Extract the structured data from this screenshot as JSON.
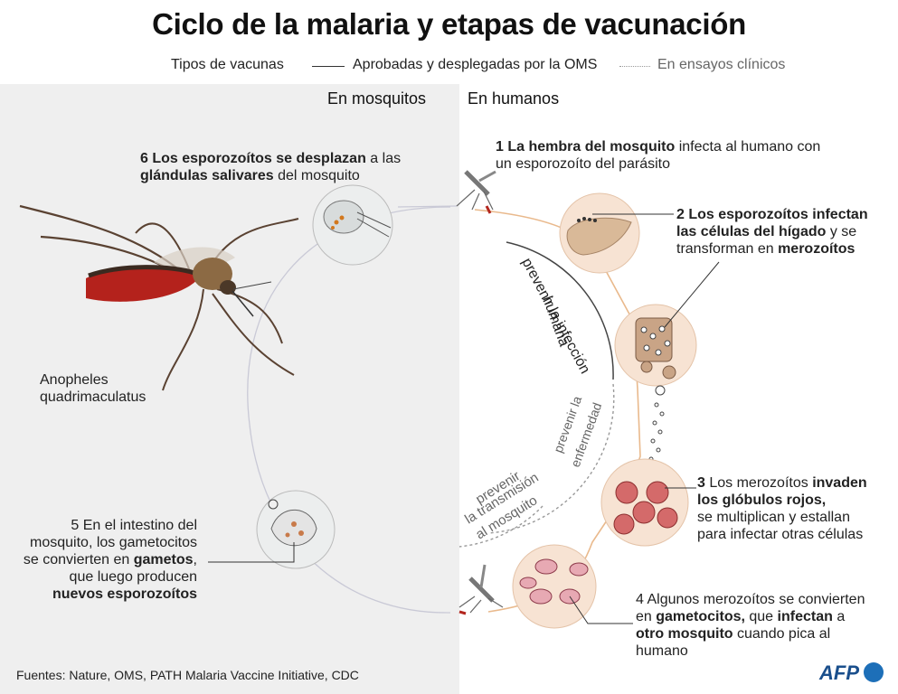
{
  "title": "Ciclo de la malaria y etapas de vacunación",
  "legend": {
    "header": "Tipos de vacunas",
    "approved": "Aprobadas y desplegadas por la OMS",
    "trials": "En ensayos clínicos"
  },
  "columns": {
    "mosquito": "En mosquitos",
    "human": "En humanos"
  },
  "species": {
    "line1": "Anopheles",
    "line2": "quadrimaculatus"
  },
  "steps": {
    "s1": {
      "num": "1",
      "bold": "La hembra del mosquito",
      "rest1": " infecta al humano con",
      "line2": "un esporozoíto del parásito"
    },
    "s2": {
      "l1": "2 Los esporozoítos infectan",
      "l2a": "las células del hígado",
      "l2b": " y se",
      "l3a": "transforman en ",
      "l3b": "merozoítos"
    },
    "s3": {
      "num": "3",
      "l1a": " Los merozoítos ",
      "l1b": "invaden",
      "l2": "los glóbulos rojos,",
      "l3": "se multiplican y estallan",
      "l4": "para infectar otras células"
    },
    "s4": {
      "l1": "4 Algunos merozoítos se convierten",
      "l2a": "en ",
      "l2b": "gametocitos,",
      "l2c": " que ",
      "l2d": "infectan",
      "l2e": " a",
      "l3a": "otro mosquito",
      "l3b": " cuando pica al",
      "l4": "humano"
    },
    "s5": {
      "l1": "5  En el intestino del",
      "l2": "mosquito, los gametocitos",
      "l3a": "se convierten en ",
      "l3b": "gametos",
      "l3c": ",",
      "l4": "que luego producen",
      "l5": "nuevos esporozoítos"
    },
    "s6": {
      "l1a": "6 Los esporozoítos se desplazan",
      "l1b": " a las",
      "l2a": "glándulas salivares",
      "l2b": " del mosquito"
    }
  },
  "arc_labels": {
    "prevent_infection_1": "prevenir la infección",
    "prevent_infection_2": "humana",
    "prevent_disease_1": "prevenir la",
    "prevent_disease_2": "enfermedad",
    "prevent_transmission_1": "prevenir",
    "prevent_transmission_2": "la transmisión",
    "prevent_transmission_3": "al mosquito"
  },
  "sources": "Fuentes: Nature, OMS, PATH Malaria Vaccine Initiative, CDC",
  "logo": "AFP",
  "colors": {
    "accent": "#1d6fb8",
    "blood": "#b3261e",
    "circle_fill": "#f7e3d3",
    "cycle_line": "#e9b98c"
  }
}
